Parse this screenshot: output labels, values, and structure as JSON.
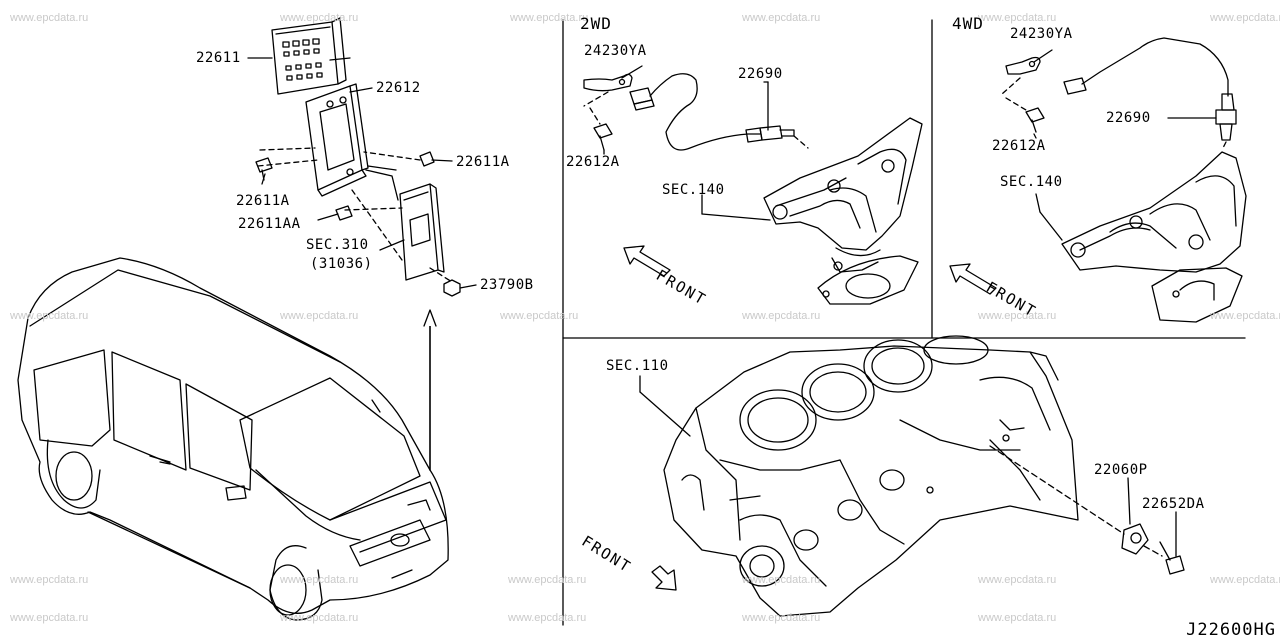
{
  "watermark": "www.epcdata.ru",
  "sections": {
    "wd2": "2WD",
    "wd4": "4WD"
  },
  "parts": {
    "p22611": "22611",
    "p22612": "22612",
    "p22611A_r": "22611A",
    "p22611A_l": "22611A",
    "p22611AA": "22611AA",
    "sec310": "SEC.310",
    "sec310_sub": "(31036)",
    "p23790B": "23790B",
    "p24230YA_2wd": "24230YA",
    "p22690_2wd": "22690",
    "p22612A_2wd": "22612A",
    "sec140_2wd": "SEC.140",
    "p24230YA_4wd": "24230YA",
    "p22690_4wd": "22690",
    "p22612A_4wd": "22612A",
    "sec140_4wd": "SEC.140",
    "sec110": "SEC.110",
    "p22060P": "22060P",
    "p22652DA": "22652DA"
  },
  "front_labels": {
    "f2wd": "FRONT",
    "f4wd": "FRONT",
    "fblock": "FRONT"
  },
  "diagram_code": "J22600HG"
}
